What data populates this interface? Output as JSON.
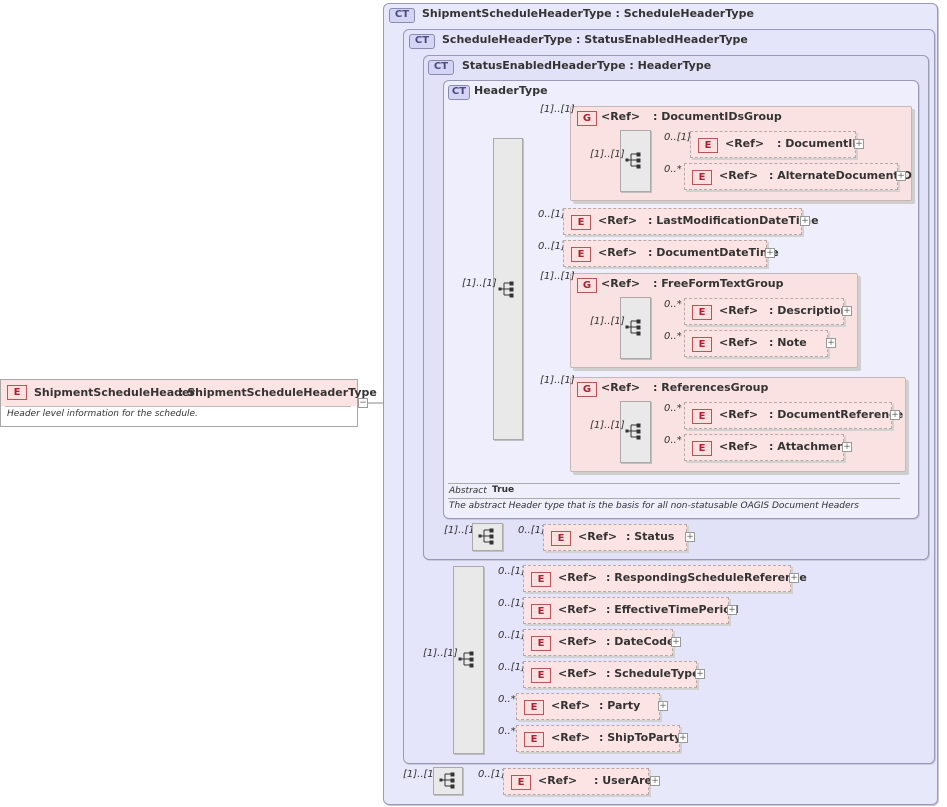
{
  "root": {
    "badge": "E",
    "name": "ShipmentScheduleHeader",
    "type": ": ShipmentScheduleHeaderType",
    "doc": "Header level information for the  schedule."
  },
  "complex_types": [
    {
      "badge": "CT",
      "title": "ShipmentScheduleHeaderType : ScheduleHeaderType"
    },
    {
      "badge": "CT",
      "title": "ScheduleHeaderType : StatusEnabledHeaderType"
    },
    {
      "badge": "CT",
      "title": "StatusEnabledHeaderType : HeaderType"
    },
    {
      "badge": "CT",
      "title": "HeaderType"
    }
  ],
  "header_type": {
    "seq_card": "[1]..[1]",
    "abstract_label": "Abstract",
    "abstract_value": "True",
    "doc": "The abstract Header type that is the basis for all non-statusable OAGIS Document Headers"
  },
  "groups": [
    {
      "badge": "G",
      "ref": "<Ref>",
      "name": ": DocumentIDsGroup",
      "card": "[1]..[1]",
      "seq_card": "[1]..[1]",
      "children": [
        {
          "card": "0..[1]",
          "ref": "<Ref>",
          "name": ": DocumentID"
        },
        {
          "card": "0..*",
          "ref": "<Ref>",
          "name": ": AlternateDocumentID"
        }
      ]
    },
    {
      "badge": "G",
      "ref": "<Ref>",
      "name": ": FreeFormTextGroup",
      "card": "[1]..[1]",
      "seq_card": "[1]..[1]",
      "children": [
        {
          "card": "0..*",
          "ref": "<Ref>",
          "name": ": Description"
        },
        {
          "card": "0..*",
          "ref": "<Ref>",
          "name": ": Note"
        }
      ]
    },
    {
      "badge": "G",
      "ref": "<Ref>",
      "name": ": ReferencesGroup",
      "card": "[1]..[1]",
      "seq_card": "[1]..[1]",
      "children": [
        {
          "card": "0..*",
          "ref": "<Ref>",
          "name": ": DocumentReference"
        },
        {
          "card": "0..*",
          "ref": "<Ref>",
          "name": ": Attachment"
        }
      ]
    }
  ],
  "header_elements": [
    {
      "card": "0..[1]",
      "ref": "<Ref>",
      "name": ": LastModificationDateTime"
    },
    {
      "card": "0..[1]",
      "ref": "<Ref>",
      "name": ": DocumentDateTime"
    }
  ],
  "status": {
    "seq_card": "[1]..[1]",
    "card": "0..[1]",
    "ref": "<Ref>",
    "name": ": Status"
  },
  "schedule_elements": {
    "seq_card": "[1]..[1]",
    "items": [
      {
        "card": "0..[1]",
        "ref": "<Ref>",
        "name": ": RespondingScheduleReference"
      },
      {
        "card": "0..[1]",
        "ref": "<Ref>",
        "name": ": EffectiveTimePeriod"
      },
      {
        "card": "0..[1]",
        "ref": "<Ref>",
        "name": ": DateCode"
      },
      {
        "card": "0..[1]",
        "ref": "<Ref>",
        "name": ": ScheduleType"
      },
      {
        "card": "0..*",
        "ref": "<Ref>",
        "name": ": Party"
      },
      {
        "card": "0..*",
        "ref": "<Ref>",
        "name": ": ShipToParty"
      }
    ]
  },
  "user_area": {
    "seq_card": "[1]..[1]",
    "card": "0..[1]",
    "ref": "<Ref>",
    "name": ": UserArea"
  },
  "expand_symbol": "+",
  "collapse_symbol": "−"
}
